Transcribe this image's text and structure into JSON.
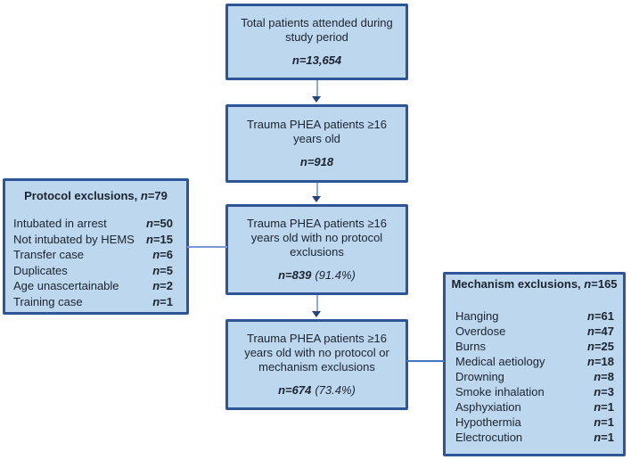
{
  "diagram": {
    "flow_boxes": [
      {
        "text": "Total patients attended during\nstudy period",
        "n": "n=13,654",
        "pct": ""
      },
      {
        "text": "Trauma PHEA patients ≥16\nyears old",
        "n": "n=918",
        "pct": ""
      },
      {
        "text": "Trauma PHEA patients ≥16\nyears old with no protocol\nexclusions",
        "n": "n=839",
        "pct": "(91.4%)"
      },
      {
        "text": "Trauma PHEA patients ≥16\nyears old with no protocol or\nmechanism exclusions",
        "n": "n=674",
        "pct": "(73.4%)"
      }
    ],
    "protocol_exclusions": {
      "title_text": "Protocol exclusions,",
      "title_n": "n",
      "title_count": "=79",
      "items": [
        {
          "label": "Intubated in arrest",
          "n": "n",
          "count": "=50"
        },
        {
          "label": "Not intubated by HEMS",
          "n": "n",
          "count": "=15"
        },
        {
          "label": "Transfer case",
          "n": "n",
          "count": "=6"
        },
        {
          "label": "Duplicates",
          "n": "n",
          "count": "=5"
        },
        {
          "label": "Age unascertainable",
          "n": "n",
          "count": "=2"
        },
        {
          "label": "Training case",
          "n": "n",
          "count": "=1"
        }
      ]
    },
    "mechanism_exclusions": {
      "title_text": "Mechanism exclusions,",
      "title_n": "n",
      "title_count": "=165",
      "items": [
        {
          "label": "Hanging",
          "n": "n",
          "count": "=61"
        },
        {
          "label": "Overdose",
          "n": "n",
          "count": "=47"
        },
        {
          "label": "Burns",
          "n": "n",
          "count": "=25"
        },
        {
          "label": "Medical aetiology",
          "n": "n",
          "count": "=18"
        },
        {
          "label": "Drowning",
          "n": "n",
          "count": "=8"
        },
        {
          "label": "Smoke inhalation",
          "n": "n",
          "count": "=3"
        },
        {
          "label": "Asphyxiation",
          "n": "n",
          "count": "=1"
        },
        {
          "label": "Hypothermia",
          "n": "n",
          "count": "=1"
        },
        {
          "label": "Electrocution",
          "n": "n",
          "count": "=1"
        }
      ]
    },
    "colors": {
      "box_fill": "#bdd7ee",
      "box_border": "#2e5596",
      "arrow_stem": "#8faadc",
      "arrow_head": "#24427e",
      "connector_left": "#7b97d3",
      "connector_right": "#4472c4",
      "text": "#1b2430"
    }
  }
}
